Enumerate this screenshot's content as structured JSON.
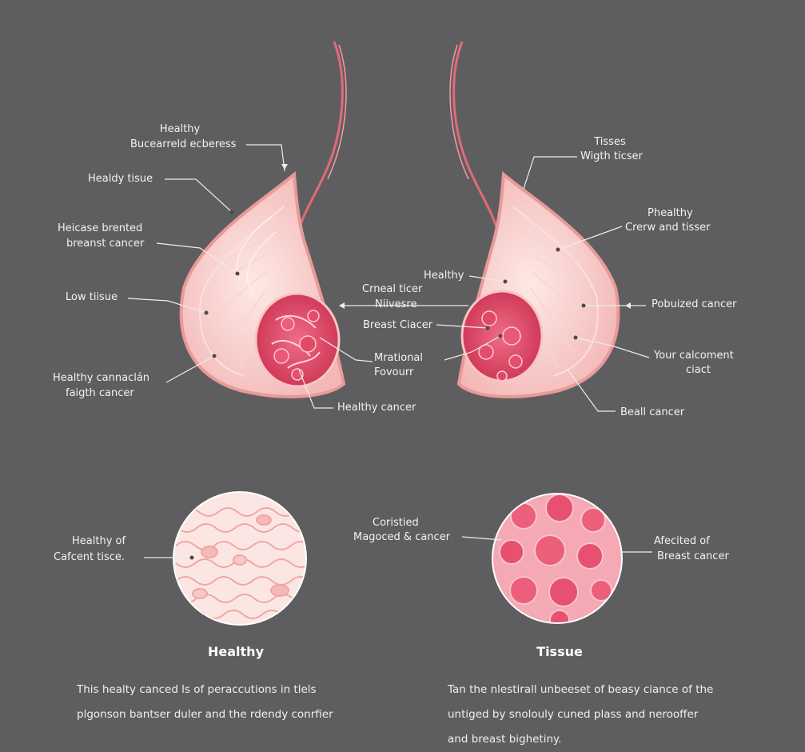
{
  "labels": {
    "l_healthy_top": "Healthy",
    "l_buccal": "Bucearreld ecberess",
    "l_healthy_tissue": "Healdy tisue",
    "l_heicase_1": "Heicase brented",
    "l_heicase_2": "breanst cancer",
    "l_low_tissue": "Low tiisue",
    "l_healthy_conn_1": "Healthy cannaclán",
    "l_healthy_conn_2": "faigth cancer",
    "l_healthy_cancer": "Healthy cancer",
    "m_healthy": "Healthy",
    "m_cmeal": "Crneal ticer",
    "m_nivesre": "Niivesre",
    "m_breast": "Breast Ciacer",
    "m_mrational_1": "Mrational",
    "m_mrational_2": "Fovourr",
    "r_tisses_1": "Tisses",
    "r_tisses_2": "Wigth ticser",
    "r_phealthy_1": "Phealthy",
    "r_phealthy_2": "Crerw and tisser",
    "r_pobuized": "Pobuized cancer",
    "r_your_1": "Your calcoment",
    "r_your_2": "ciact",
    "r_beall": "Beall cancer",
    "c_healthy_1": "Healthy of",
    "c_healthy_2": "Cafcent tisce.",
    "c_consist_1": "Coristied",
    "c_consist_2": "Magoced & cancer",
    "c_affected_1": "Afecited of",
    "c_affected_2": "Breast cancer"
  },
  "captions": {
    "left": "Healthy",
    "right": "Tissue"
  },
  "paragraphs": {
    "left_1": "This healty canced ls of peraccutions in tlels",
    "left_2": "plgonson bantser duler and the rdendy conrfier",
    "right_1": "Tan the nlestirall unbeeset of beasy ciance of the",
    "right_2": "untiged by snolouly cuned plass and nerooffer",
    "right_3": "and breast bighetiny."
  },
  "colors": {
    "background": "#5e5e60",
    "tissue_light": "#f6c9c6",
    "tissue_outline": "#e99a98",
    "tumor": "#d8425f",
    "leader_line": "#ececec"
  }
}
